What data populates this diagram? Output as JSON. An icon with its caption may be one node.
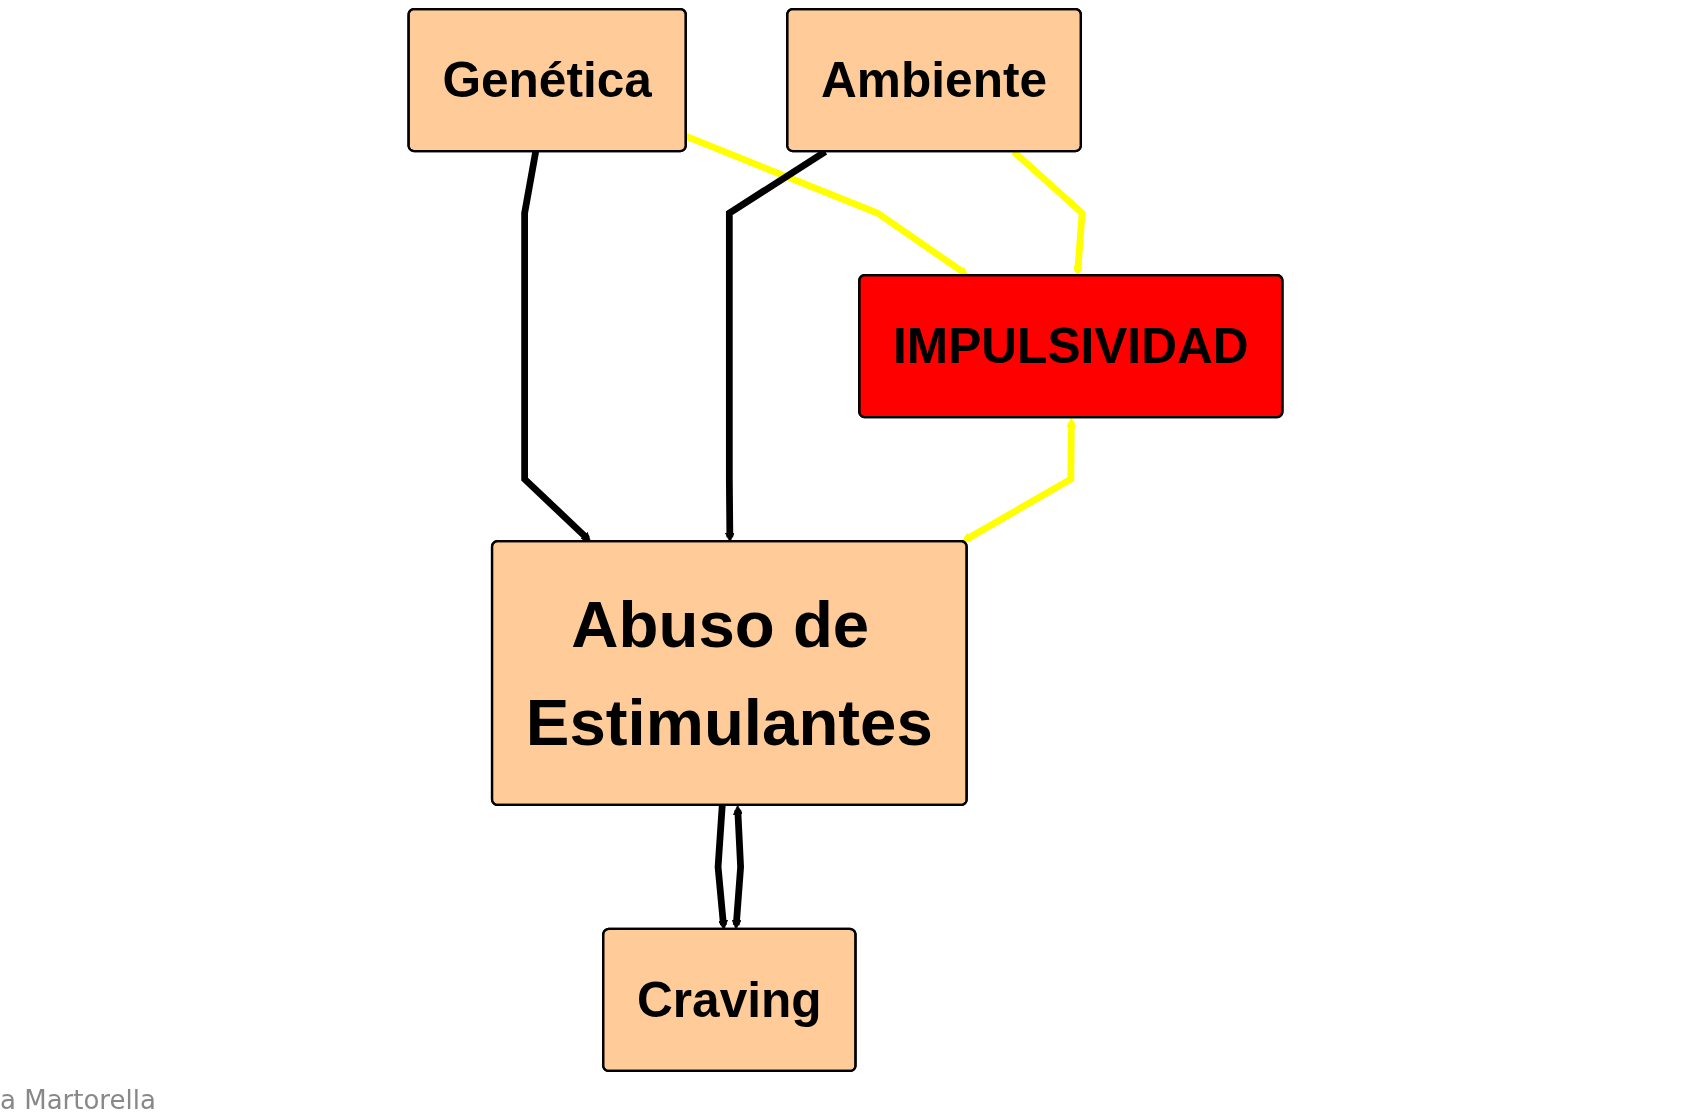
{
  "diagram": {
    "nodes": [
      {
        "text": [
          "Genética"
        ]
      },
      {
        "text": [
          "Ambiente"
        ]
      },
      {
        "text": [
          "IMPULSIVIDAD"
        ]
      },
      {
        "text": [
          "Abuso de Estimulantes"
        ]
      },
      {
        "text": [
          "Craving"
        ]
      }
    ],
    "edges": [
      {
        "from": 0,
        "to": 2,
        "arrow": "to",
        "color": "#ffff00"
      },
      {
        "from": 1,
        "to": 2,
        "arrow": "to",
        "color": "#ffff00"
      },
      {
        "from": 0,
        "to": 3,
        "arrow": "to"
      },
      {
        "from": 1,
        "to": 3,
        "arrow": "to"
      },
      {
        "from": 2,
        "to": 3,
        "arrow": "both",
        "color": "#ffff00"
      },
      {
        "from": 3,
        "to": 4,
        "arrow": "to"
      },
      {
        "from": 4,
        "to": 3,
        "arrow": "both"
      }
    ],
    "labels": [
      "a Martorella"
    ]
  }
}
